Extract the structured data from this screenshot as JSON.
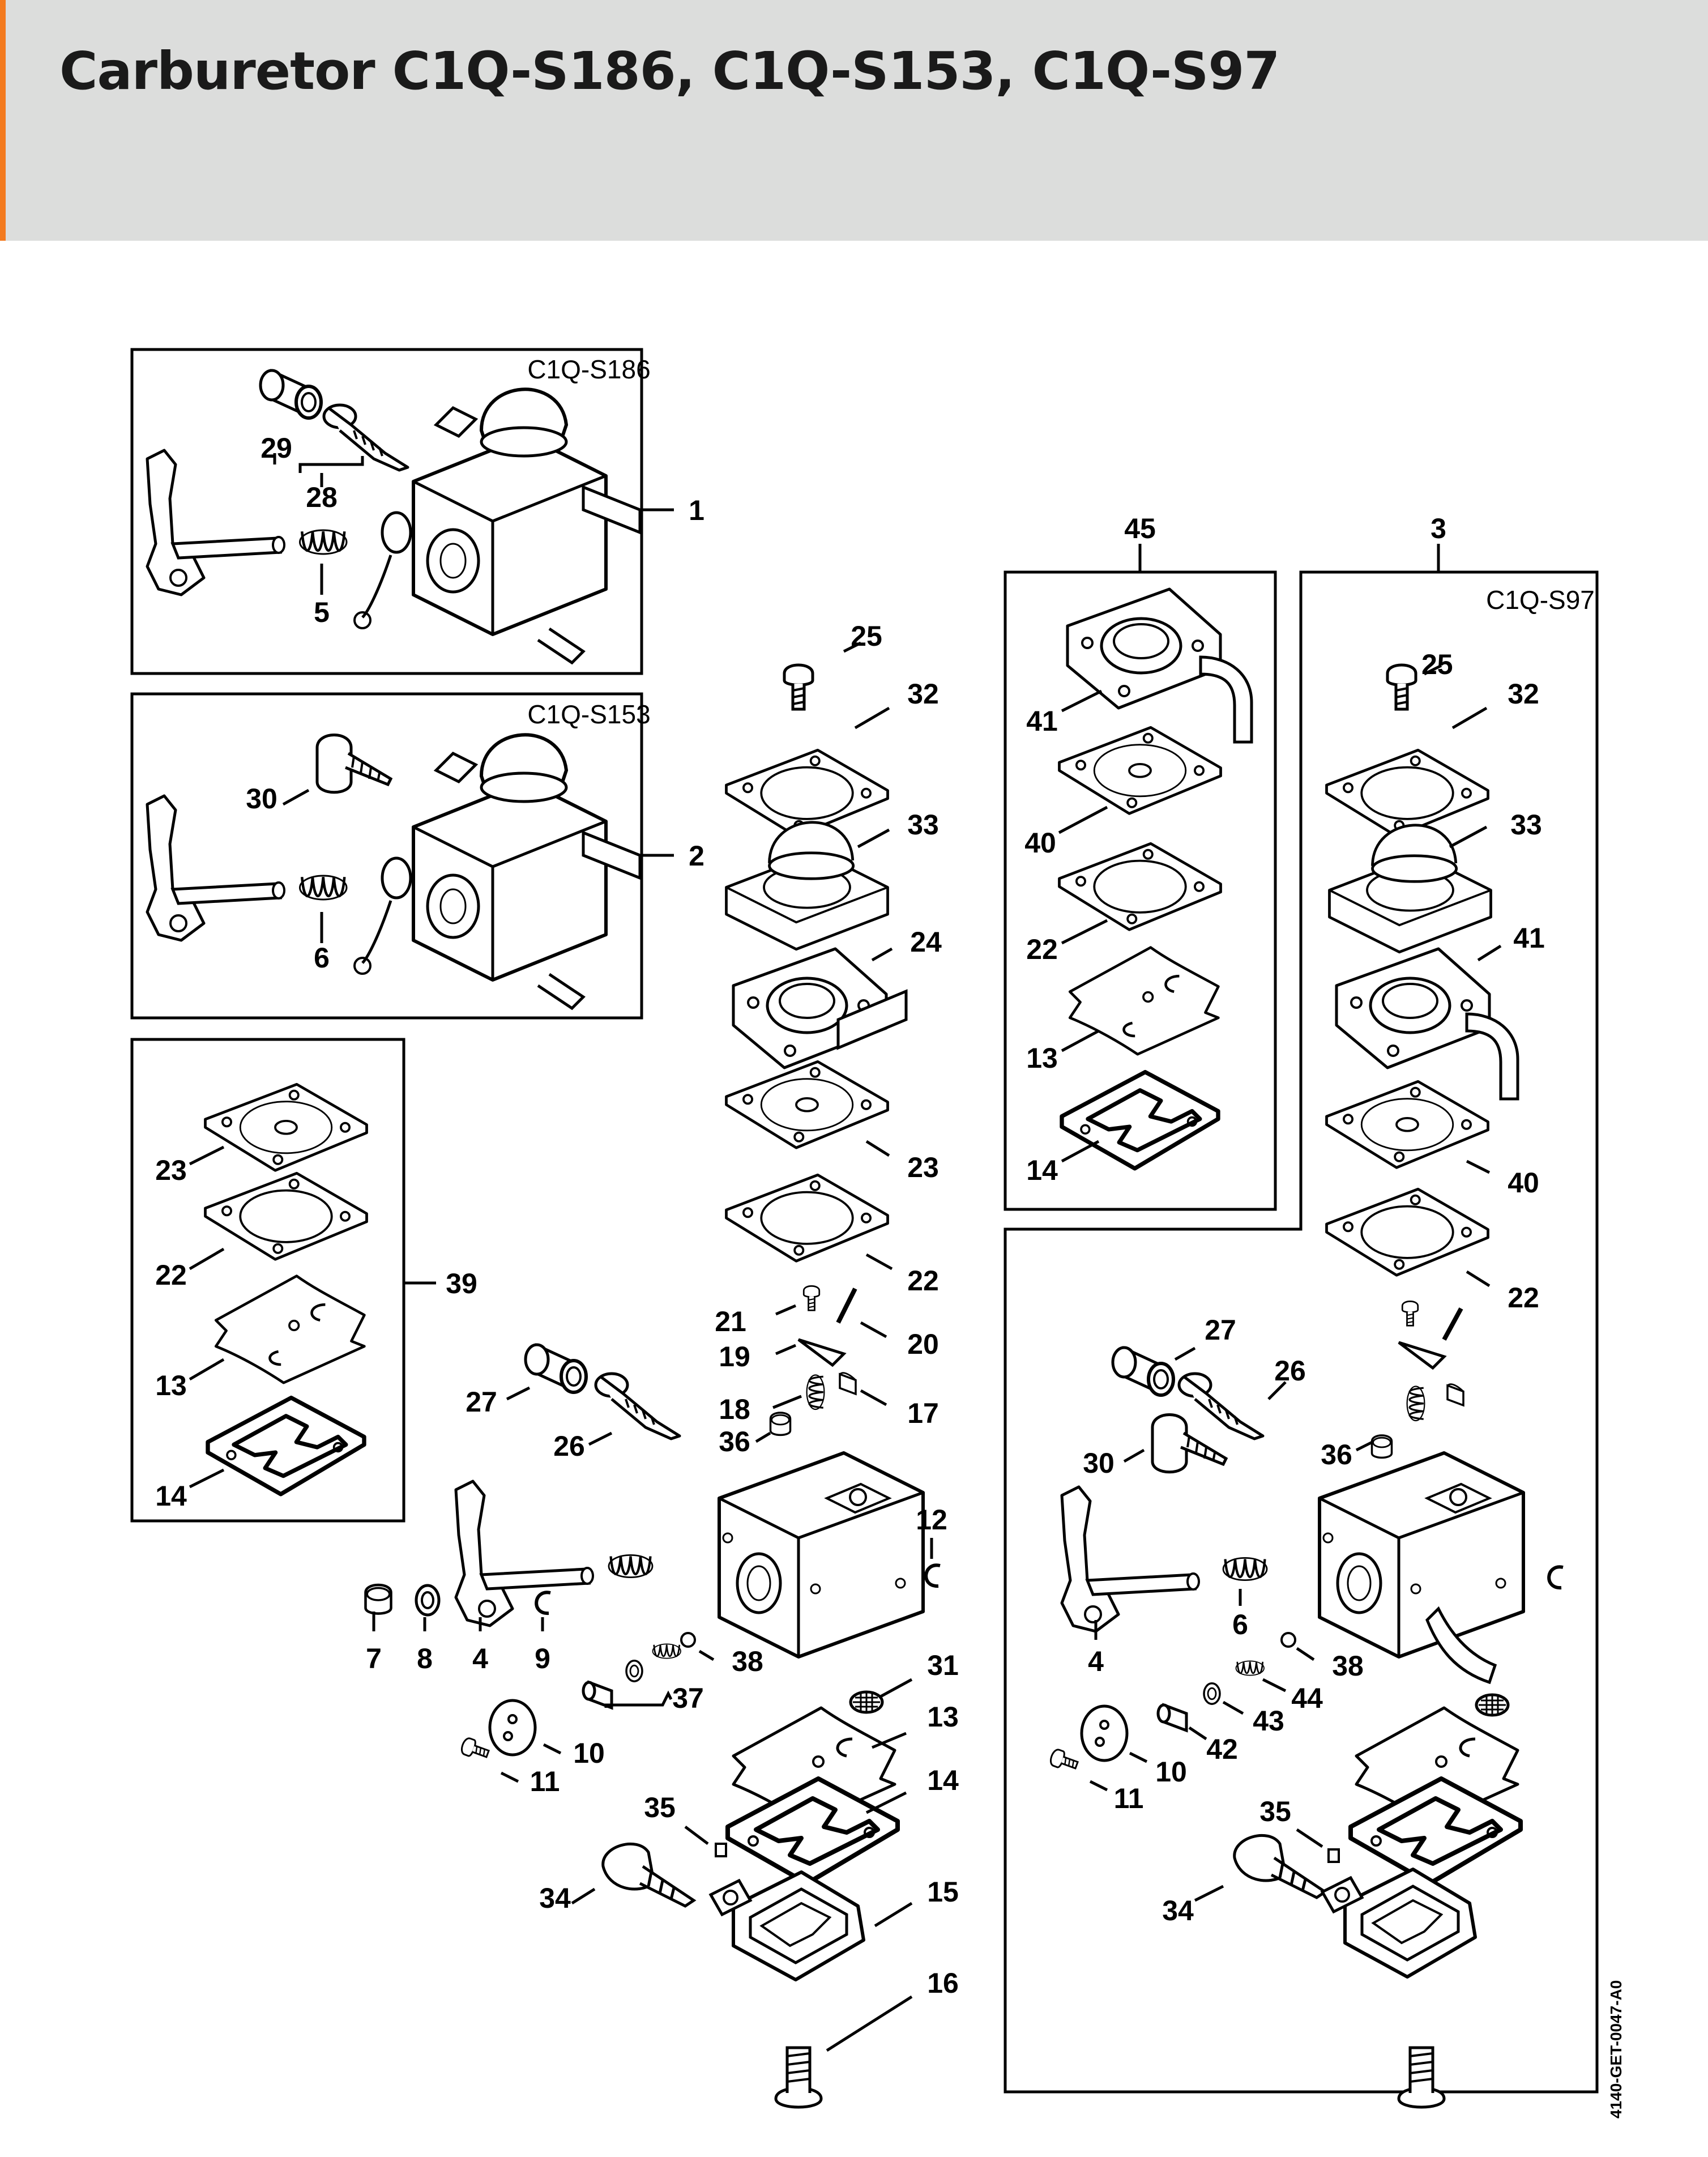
{
  "page": {
    "title": "Carburetor C1Q-S186, C1Q-S153, C1Q-S97",
    "figure_code": "4140-GET-0047-A0"
  },
  "colors": {
    "accent": "#f37a1f",
    "header_bg": "#dcdddc",
    "line": "#000000"
  },
  "boxes": {
    "s186": {
      "label": "C1Q-S186",
      "ref": "1"
    },
    "s153": {
      "label": "C1Q-S153",
      "ref": "2"
    },
    "kit39": {
      "ref": "39"
    },
    "kit45": {
      "ref": "45"
    },
    "s97": {
      "label": "C1Q-S97",
      "ref": "3"
    }
  },
  "callouts": {
    "s186": [
      "29",
      "28",
      "5"
    ],
    "s153": [
      "30",
      "6"
    ],
    "kit39": [
      "23",
      "22",
      "13",
      "14"
    ],
    "main": [
      "25",
      "32",
      "33",
      "24",
      "23",
      "22",
      "21",
      "20",
      "19",
      "18",
      "17",
      "36",
      "27",
      "26",
      "12",
      "7",
      "8",
      "4",
      "9",
      "38",
      "31",
      "37",
      "13",
      "10",
      "11",
      "14",
      "35",
      "34",
      "15",
      "16"
    ],
    "kit45": [
      "41",
      "40",
      "22",
      "13",
      "14"
    ],
    "s97": [
      "25",
      "32",
      "33",
      "41",
      "40",
      "22",
      "27",
      "26",
      "36",
      "30",
      "4",
      "6",
      "38",
      "44",
      "43",
      "42",
      "10",
      "11",
      "35",
      "34"
    ]
  }
}
